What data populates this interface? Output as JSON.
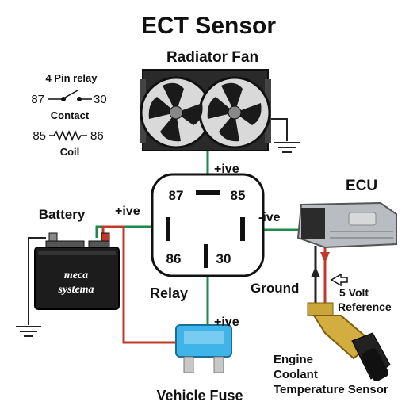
{
  "title": "ECT Sensor",
  "fan_label": "Radiator Fan",
  "legend": {
    "heading": "4 Pin relay",
    "contact_left": "87",
    "contact_right": "30",
    "contact_label": "Contact",
    "coil_left": "85",
    "coil_right": "86",
    "coil_label": "Coil"
  },
  "relay": {
    "pin_87": "87",
    "pin_85": "85",
    "pin_86": "86",
    "pin_30": "30",
    "label": "Relay"
  },
  "battery": {
    "label": "Battery",
    "brand_line1": "meca",
    "brand_line2": "systema"
  },
  "ecu_label": "ECU",
  "fuse_label": "Vehicle Fuse",
  "sensor": {
    "line1": "Engine",
    "line2": "Coolant",
    "line3": "Temperature Sensor"
  },
  "wire_labels": {
    "fan_positive": "+ive",
    "battery_positive": "+ive",
    "ecu_negative": "-ive",
    "fuse_positive": "+ive",
    "ground": "Ground",
    "ref_line1": "5 Volt",
    "ref_line2": "Reference"
  },
  "colors": {
    "positive_wire": "#c0392b",
    "signal_wire": "#1e8a4c",
    "ground_wire": "#222222",
    "fuse": "#3fb4e8"
  }
}
